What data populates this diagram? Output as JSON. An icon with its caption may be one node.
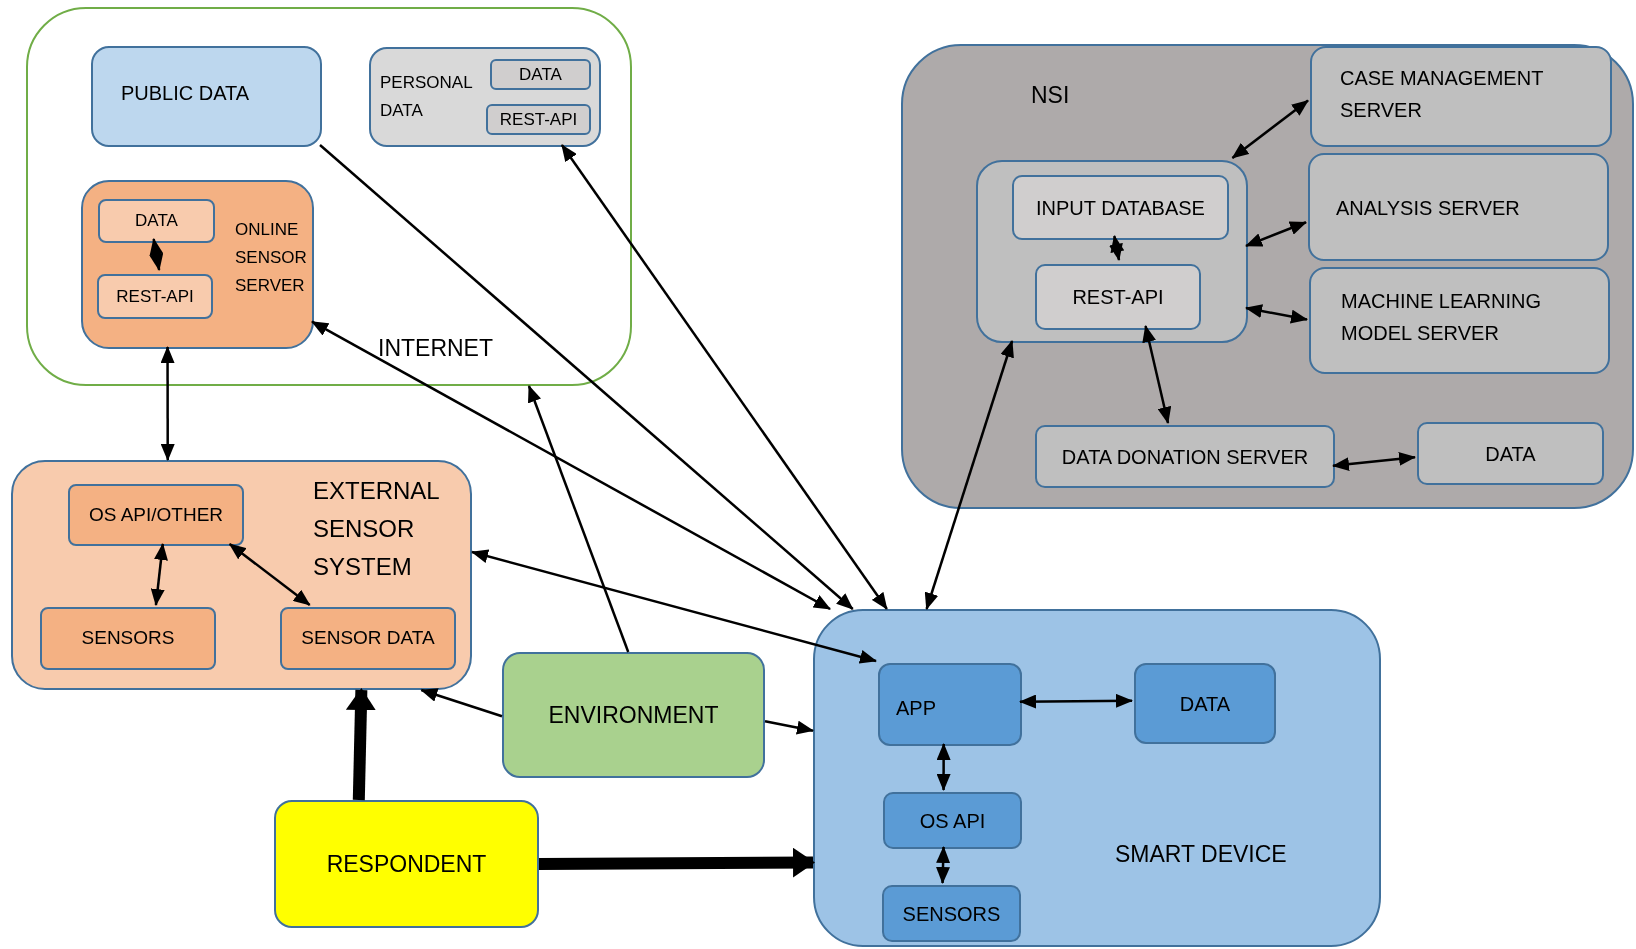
{
  "diagram": {
    "nodes": [
      {
        "text": [
          "INTERNET"
        ]
      },
      {
        "text": [
          "PUBLIC DATA"
        ],
        "in": 0
      },
      {
        "text": [
          "PERSONAL DATA"
        ],
        "in": 0
      },
      {
        "text": [
          "DATA"
        ],
        "in": 2
      },
      {
        "text": [
          "REST-API"
        ],
        "in": 2
      },
      {
        "text": [
          "ONLINE SENSOR SERVER"
        ],
        "in": 0
      },
      {
        "text": [
          "DATA"
        ],
        "in": 5
      },
      {
        "text": [
          "REST-API"
        ],
        "in": 5
      },
      {
        "text": [
          "NSI"
        ]
      },
      {
        "text": [
          "CASE MANAGEMENT SERVER"
        ],
        "in": 8
      },
      {
        "text": [
          "ANALYSIS SERVER"
        ],
        "in": 8
      },
      {
        "text": [
          "MACHINE LEARNING MODEL SERVER"
        ],
        "in": 8
      },
      {
        "text": [],
        "shape": "box",
        "in": 8
      },
      {
        "text": [
          "INPUT DATABASE"
        ],
        "in": 12
      },
      {
        "text": [
          "REST-API"
        ],
        "in": 12
      },
      {
        "text": [
          "DATA DONATION SERVER"
        ],
        "in": 8
      },
      {
        "text": [
          "DATA"
        ],
        "in": 8
      },
      {
        "text": [
          "EXTERNAL SENSOR SYSTEM"
        ]
      },
      {
        "text": [
          "OS API/OTHER"
        ],
        "in": 17
      },
      {
        "text": [
          "SENSORS"
        ],
        "in": 17
      },
      {
        "text": [
          "SENSOR DATA"
        ],
        "in": 17
      },
      {
        "text": [
          "ENVIRONMENT"
        ]
      },
      {
        "text": [
          "RESPONDENT"
        ]
      },
      {
        "text": [
          "SMART DEVICE"
        ]
      },
      {
        "text": [
          "APP"
        ],
        "in": 23
      },
      {
        "text": [
          "DATA"
        ],
        "in": 23
      },
      {
        "text": [
          "OS API"
        ],
        "in": 23
      },
      {
        "text": [
          "SENSORS"
        ],
        "in": 23
      }
    ],
    "edges": [
      {
        "from": 6,
        "to": 7,
        "arrow": "both"
      },
      {
        "from": 13,
        "to": 14,
        "arrow": "both"
      },
      {
        "from": 12,
        "to": 9,
        "arrow": "both"
      },
      {
        "from": 12,
        "to": 10,
        "arrow": "both"
      },
      {
        "from": 12,
        "to": 11,
        "arrow": "both"
      },
      {
        "from": 14,
        "to": 15,
        "arrow": "both"
      },
      {
        "from": 15,
        "to": 16,
        "arrow": "both"
      },
      {
        "from": 5,
        "to": 17,
        "arrow": "both"
      },
      {
        "from": 18,
        "to": 19,
        "arrow": "both"
      },
      {
        "from": 18,
        "to": 20,
        "arrow": "both"
      },
      {
        "from": 24,
        "to": 25,
        "arrow": "both"
      },
      {
        "from": 24,
        "to": 26,
        "arrow": "both"
      },
      {
        "from": 26,
        "to": 27,
        "arrow": "both"
      },
      {
        "from": 1,
        "to": 23,
        "arrow": "to"
      },
      {
        "from": 2,
        "to": 23,
        "arrow": "both"
      },
      {
        "from": 5,
        "to": 23,
        "arrow": "both"
      },
      {
        "from": 17,
        "to": 24,
        "arrow": "both"
      },
      {
        "from": 12,
        "to": 23,
        "arrow": "both"
      },
      {
        "from": 21,
        "to": 0,
        "arrow": "to"
      },
      {
        "from": 21,
        "to": 17,
        "arrow": "to"
      },
      {
        "from": 21,
        "to": 23,
        "arrow": "to"
      },
      {
        "from": 22,
        "to": 17,
        "arrow": "to",
        "style": "thick"
      },
      {
        "from": 22,
        "to": 23,
        "arrow": "to",
        "style": "thick"
      }
    ]
  }
}
